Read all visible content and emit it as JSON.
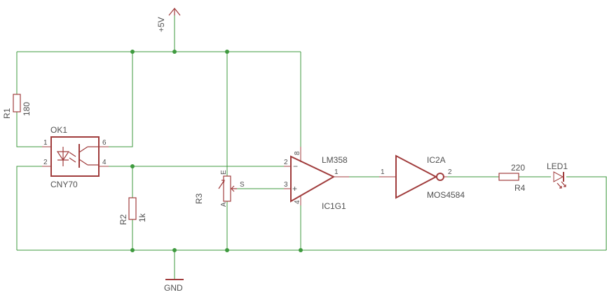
{
  "colors": {
    "wire": "#3e9a3e",
    "part": "#a03c3c",
    "text": "#505050",
    "background": "#ffffff"
  },
  "supply": {
    "label": "+5V",
    "symbol": "arrow-up-icon"
  },
  "ground": {
    "label": "GND",
    "symbol": "ground-icon"
  },
  "components": {
    "r1": {
      "name": "R1",
      "value": "180"
    },
    "r2": {
      "name": "R2",
      "value": "1k"
    },
    "r3": {
      "name": "R3",
      "pin_e": "E",
      "pin_a": "A",
      "pin_s": "S"
    },
    "r4": {
      "name": "R4",
      "value": "220"
    },
    "ok1": {
      "name": "OK1",
      "value": "CNY70",
      "pins": {
        "p1": "1",
        "p2": "2",
        "p4": "4",
        "p6": "6"
      }
    },
    "ic1": {
      "name": "IC1G1",
      "value": "LM358",
      "pins": {
        "p1": "1",
        "p2": "2",
        "p3": "3",
        "p4": "4",
        "p8": "8"
      },
      "minus": "−",
      "plus": "+"
    },
    "ic2": {
      "name": "IC2A",
      "value": "MOS4584",
      "pins": {
        "p1": "1",
        "p2": "2"
      }
    },
    "led1": {
      "name": "LED1"
    }
  }
}
